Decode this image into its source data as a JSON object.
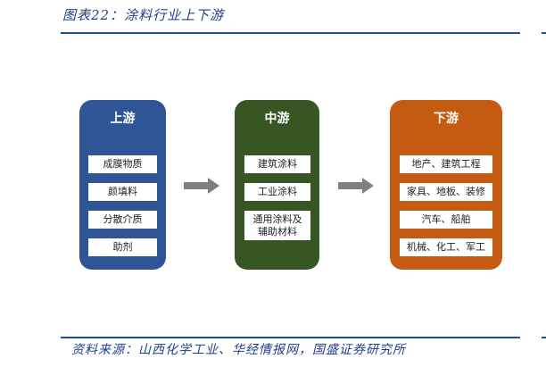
{
  "header": {
    "title": "图表22：涂料行业上下游"
  },
  "colors": {
    "rule": "#1F4E9A",
    "upstream": "#2F5597",
    "midstream": "#375623",
    "downstream": "#C55A11",
    "arrow": "#808080"
  },
  "stages": [
    {
      "title": "上游",
      "items": [
        "成膜物质",
        "颜填料",
        "分散介质",
        "助剂"
      ]
    },
    {
      "title": "中游",
      "items": [
        "建筑涂料",
        "工业涂料",
        "通用涂料及\n辅助材料"
      ]
    },
    {
      "title": "下游",
      "items": [
        "地产、建筑工程",
        "家具、地板、装修",
        "汽车、船舶",
        "机械、化工、军工"
      ]
    }
  ],
  "arrows": [
    "right-arrow-icon",
    "right-arrow-icon"
  ],
  "footer": {
    "source": "资料来源：山西化学工业、华经情报网，国盛证券研究所"
  }
}
